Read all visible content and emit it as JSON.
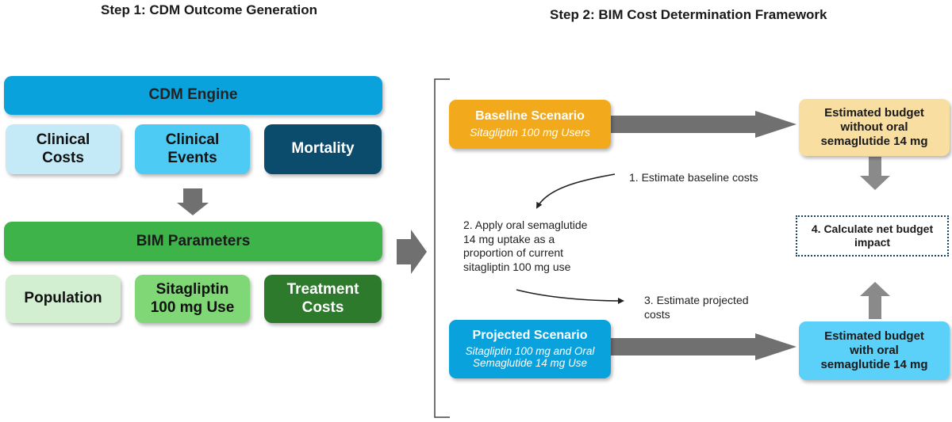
{
  "step1": {
    "title": "Step 1: CDM Outcome Generation",
    "engine": "CDM Engine",
    "clinical_costs": [
      "Clinical",
      "Costs"
    ],
    "clinical_events": [
      "Clinical",
      "Events"
    ],
    "mortality": "Mortality",
    "bim_parameters": "BIM Parameters",
    "population": "Population",
    "sitagliptin_use": [
      "Sitagliptin",
      "100 mg Use"
    ],
    "treatment_costs": [
      "Treatment",
      "Costs"
    ]
  },
  "step2": {
    "title": "Step 2: BIM Cost Determination Framework",
    "baseline": {
      "title": "Baseline Scenario",
      "subtitle": "Sitagliptin 100 mg Users"
    },
    "projected": {
      "title": "Projected Scenario",
      "subtitle": [
        "Sitagliptin 100 mg and Oral",
        "Semaglutide 14 mg Use"
      ]
    },
    "budget_without": [
      "Estimated budget",
      "without oral",
      "semaglutide 14 mg"
    ],
    "budget_with": [
      "Estimated budget",
      "with oral",
      "semaglutide 14 mg"
    ],
    "net_impact": [
      "4. Calculate net budget",
      "impact"
    ],
    "step_labels": {
      "s1": "1. Estimate baseline costs",
      "s2": [
        "2. Apply oral semaglutide",
        "14 mg uptake as a",
        "proportion of current",
        "sitagliptin 100 mg use"
      ],
      "s3": [
        "3. Estimate projected",
        "costs"
      ]
    }
  },
  "colors": {
    "engine": "#0aa2dd",
    "clinical_costs": "#c4eaf8",
    "clinical_events": "#4dcbf5",
    "mortality": "#0b4b6b",
    "bim_parameters": "#3db34a",
    "population": "#d3efd1",
    "sitagliptin_use": "#7fd775",
    "treatment_costs": "#2e7a2c",
    "baseline": "#f2aa1c",
    "budget_without": "#f8dea0",
    "projected": "#0aa2dd",
    "budget_with": "#5bd0f8",
    "arrow": "#707070",
    "dotted_border": "#1d4460"
  }
}
